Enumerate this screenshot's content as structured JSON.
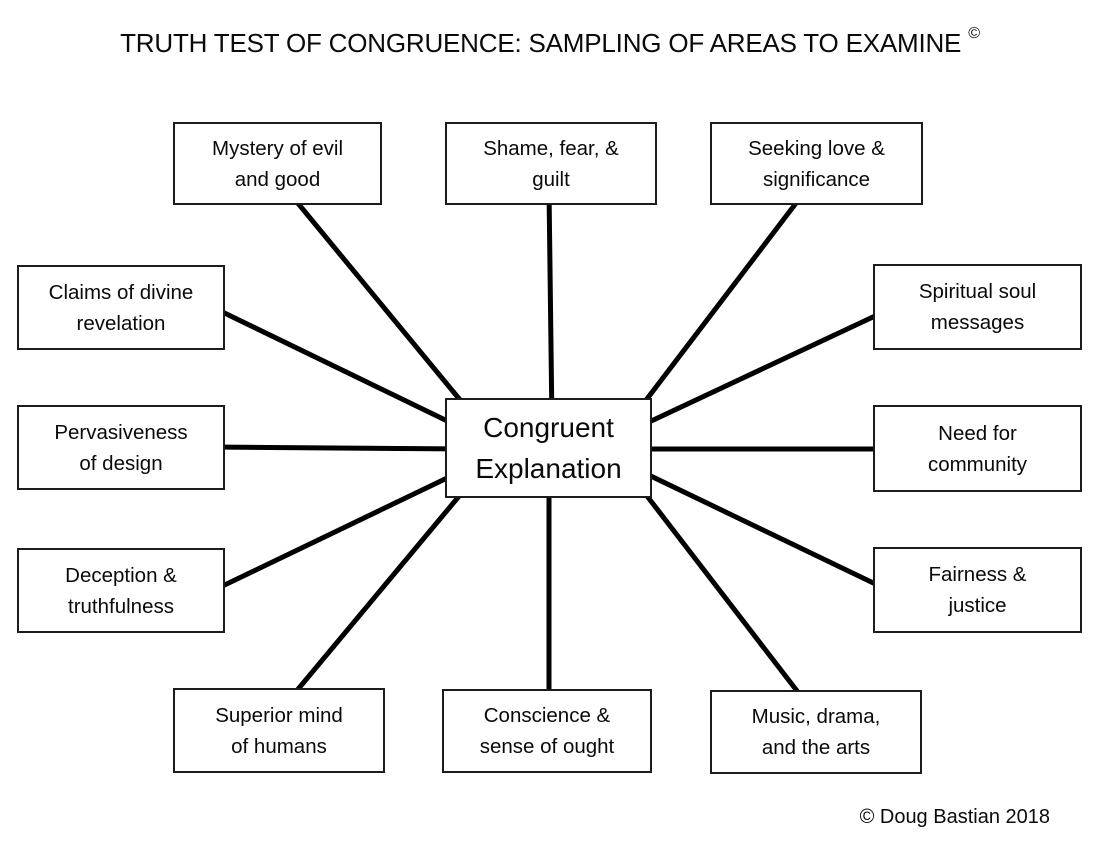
{
  "title": {
    "text": "TRUTH TEST OF CONGRUENCE: SAMPLING OF AREAS TO EXAMINE",
    "superscript": "©"
  },
  "center_node": {
    "label": "Congruent Explanation",
    "lines": [
      "Congruent",
      "Explanation"
    ]
  },
  "nodes": [
    {
      "id": "mystery-of-evil-and-good",
      "position": "top-left",
      "label": "Mystery of evil and good",
      "lines": [
        "Mystery of evil",
        "and good"
      ]
    },
    {
      "id": "shame-fear-guilt",
      "position": "top-center",
      "label": "Shame, fear, & guilt",
      "lines": [
        "Shame, fear, &",
        "guilt"
      ]
    },
    {
      "id": "seeking-love-significance",
      "position": "top-right",
      "label": "Seeking love & significance",
      "lines": [
        "Seeking love &",
        "significance"
      ]
    },
    {
      "id": "claims-of-divine-revelation",
      "position": "left-upper",
      "label": "Claims of divine revelation",
      "lines": [
        "Claims of divine",
        "revelation"
      ]
    },
    {
      "id": "pervasiveness-of-design",
      "position": "left-middle",
      "label": "Pervasiveness of design",
      "lines": [
        "Pervasiveness",
        "of design"
      ]
    },
    {
      "id": "deception-truthfulness",
      "position": "left-lower",
      "label": "Deception & truthfulness",
      "lines": [
        "Deception &",
        "truthfulness"
      ]
    },
    {
      "id": "spiritual-soul-messages",
      "position": "right-upper",
      "label": "Spiritual soul messages",
      "lines": [
        "Spiritual soul",
        "messages"
      ]
    },
    {
      "id": "need-for-community",
      "position": "right-middle",
      "label": "Need for community",
      "lines": [
        "Need for",
        "community"
      ]
    },
    {
      "id": "fairness-justice",
      "position": "right-lower",
      "label": "Fairness & justice",
      "lines": [
        "Fairness &",
        "justice"
      ]
    },
    {
      "id": "superior-mind-of-humans",
      "position": "bottom-left",
      "label": "Superior mind of humans",
      "lines": [
        "Superior mind",
        "of humans"
      ]
    },
    {
      "id": "conscience-sense-of-ought",
      "position": "bottom-center",
      "label": "Conscience & sense of ought",
      "lines": [
        "Conscience &",
        "sense of ought"
      ]
    },
    {
      "id": "music-drama-arts",
      "position": "bottom-right",
      "label": "Music, drama, and the arts",
      "lines": [
        "Music, drama,",
        "and the arts"
      ]
    }
  ],
  "footer": {
    "copyright": "© Doug Bastian 2018"
  },
  "colors": {
    "background": "#ffffff",
    "box_border": "#1c1c1c",
    "text": "#0a0a0a",
    "connector": "#000000"
  }
}
